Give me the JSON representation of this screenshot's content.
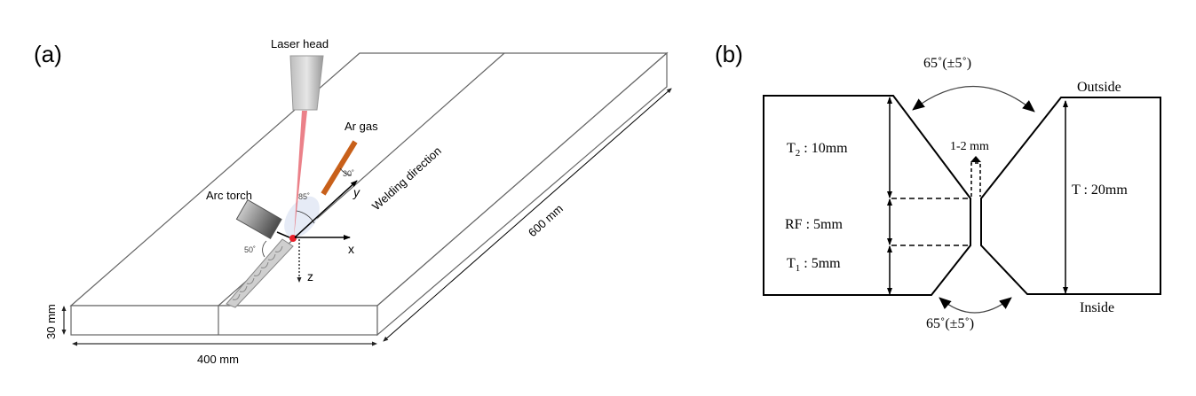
{
  "panel_a": {
    "label": "(a)",
    "laser_head": "Laser head",
    "ar_gas": "Ar gas",
    "arc_torch": "Arc torch",
    "welding_direction": "Welding direction",
    "angle_laser": "85˚",
    "angle_gas": "30˚",
    "angle_torch": "50˚",
    "axis_x": "x",
    "axis_y": "y",
    "axis_z": "z",
    "dim_thickness": "30 mm",
    "dim_width": "400 mm",
    "dim_length": "600 mm",
    "colors": {
      "gas_rod": "#c8601a",
      "laser": "#e86b74",
      "outline": "#555555"
    }
  },
  "panel_b": {
    "label": "(b)",
    "angle_top": "65˚(±5˚)",
    "angle_bottom": "65˚(±5˚)",
    "outside": "Outside",
    "inside": "Inside",
    "gap": "1-2 mm",
    "t2_prefix": "T",
    "t2_sub": "2",
    "t2_value": " : 10mm",
    "rf": "RF : 5mm",
    "t1_prefix": "T",
    "t1_sub": "1",
    "t1_value": " : 5mm",
    "t_total": "T : 20mm"
  }
}
